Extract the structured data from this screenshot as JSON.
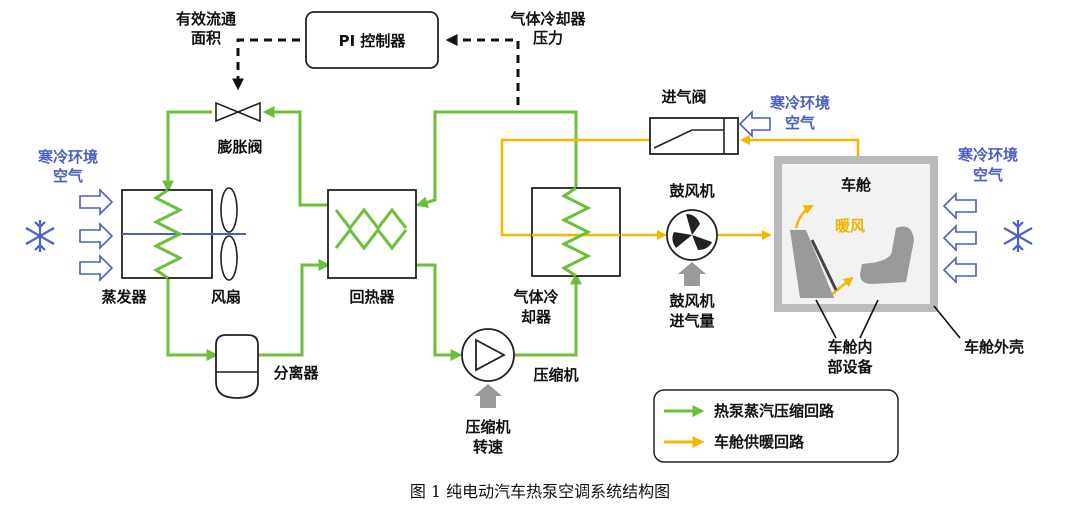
{
  "labels": {
    "pi_controller": "PI 控制器",
    "valve_area_1": "有效流通",
    "valve_area_2": "面积",
    "gc_pressure_1": "气体冷却器",
    "gc_pressure_2": "压力",
    "expansion_valve": "膨胀阀",
    "cold_air_left_1": "寒冷环境",
    "cold_air_left_2": "空气",
    "evaporator": "蒸发器",
    "fan": "风扇",
    "recuperator": "回热器",
    "separator": "分离器",
    "gas_cooler_1": "气体冷",
    "gas_cooler_2": "却器",
    "compressor_speed_1": "压缩机",
    "compressor_speed_2": "转速",
    "compressor": "压缩机",
    "intake_valve": "进气阀",
    "cold_air_mid_1": "寒冷环境",
    "cold_air_mid_2": "空气",
    "blower": "鼓风机",
    "blower_intake_1": "鼓风机",
    "blower_intake_2": "进气量",
    "cabin": "车舱",
    "warm_air": "暖风",
    "cold_air_right_1": "寒冷环境",
    "cold_air_right_2": "空气",
    "cabin_interior_1": "车舱内",
    "cabin_interior_2": "部设备",
    "cabin_shell": "车舱外壳"
  },
  "legend": {
    "green_loop": "热泵蒸汽压缩回路",
    "yellow_loop": "车舱供暖回路"
  },
  "caption": "图 1  纯电动汽车热泵空调系统结构图",
  "colors": {
    "refrigerant_loop": "#6bbf3a",
    "heating_loop": "#f5b800",
    "cold_air_text": "#4a5fc1"
  }
}
